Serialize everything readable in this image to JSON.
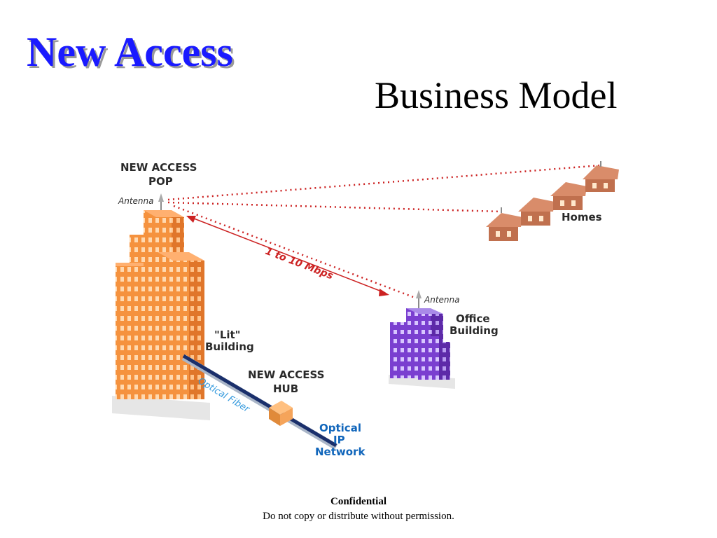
{
  "slide": {
    "title": "New Access",
    "subtitle": "Business Model"
  },
  "diagram": {
    "pop_label_line1": "NEW ACCESS",
    "pop_label_line2": "POP",
    "pop_antenna_label": "Antenna",
    "homes_label": "Homes",
    "rate_label": "1 to 10 Mbps",
    "office_antenna_label": "Antenna",
    "office_label_line1": "Office",
    "office_label_line2": "Building",
    "lit_label_line1": "\"Lit\"",
    "lit_label_line2": "Building",
    "hub_label_line1": "NEW ACCESS",
    "hub_label_line2": "HUB",
    "fiber_label": "Optical Fiber",
    "network_label_line1": "Optical",
    "network_label_line2": "IP",
    "network_label_line3": "Network",
    "colors": {
      "title_blue": "#1a1aff",
      "lit_building_orange": "#f5923e",
      "office_building_purple": "#7a3fd0",
      "signal_red": "#cc2222",
      "fiber_navy": "#1a2f6b",
      "homes_brown": "#c0704e"
    }
  },
  "footer": {
    "confidential": "Confidential",
    "notice": "Do not copy or distribute without permission."
  }
}
